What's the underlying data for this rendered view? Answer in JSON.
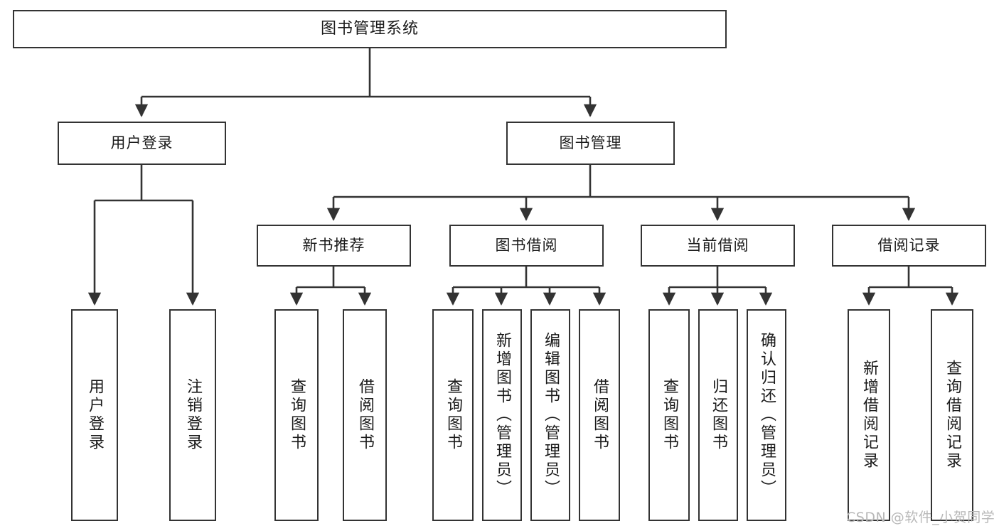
{
  "diagram": {
    "title": "图书管理系统",
    "type": "tree",
    "watermark": "CSDN @软件_小贺同学",
    "colors": {
      "box_border": "#333333",
      "box_fill": "#ffffff",
      "line": "#333333",
      "text": "#1a1a1a",
      "watermark": "#b8b8b8",
      "background": "#ffffff"
    },
    "nodes": {
      "root": {
        "label": "图书管理系统"
      },
      "level2": [
        {
          "id": "user-login",
          "label": "用户登录"
        },
        {
          "id": "book-manage",
          "label": "图书管理"
        }
      ],
      "level3": [
        {
          "id": "new-book-recommend",
          "label": "新书推荐"
        },
        {
          "id": "book-borrow",
          "label": "图书借阅"
        },
        {
          "id": "current-borrow",
          "label": "当前借阅"
        },
        {
          "id": "borrow-record",
          "label": "借阅记录"
        }
      ],
      "leaves": {
        "user_login": [
          {
            "id": "leaf-user-login",
            "label": "用户登录"
          },
          {
            "id": "leaf-user-logout",
            "label": "注销登录"
          }
        ],
        "new_book_recommend": [
          {
            "id": "leaf-query-book-1",
            "label": "查询图书"
          },
          {
            "id": "leaf-borrow-book-1",
            "label": "借阅图书"
          }
        ],
        "book_borrow": [
          {
            "id": "leaf-query-book-2",
            "label": "查询图书"
          },
          {
            "id": "leaf-add-book",
            "label": "新增图书（管理员）"
          },
          {
            "id": "leaf-edit-book",
            "label": "编辑图书（管理员）"
          },
          {
            "id": "leaf-borrow-book-2",
            "label": "借阅图书"
          }
        ],
        "current_borrow": [
          {
            "id": "leaf-query-book-3",
            "label": "查询图书"
          },
          {
            "id": "leaf-return-book",
            "label": "归还图书"
          },
          {
            "id": "leaf-confirm-return",
            "label": "确认归还（管理员）"
          }
        ],
        "borrow_record": [
          {
            "id": "leaf-add-record",
            "label": "新增借阅记录"
          },
          {
            "id": "leaf-query-record",
            "label": "查询借阅记录"
          }
        ]
      }
    }
  }
}
